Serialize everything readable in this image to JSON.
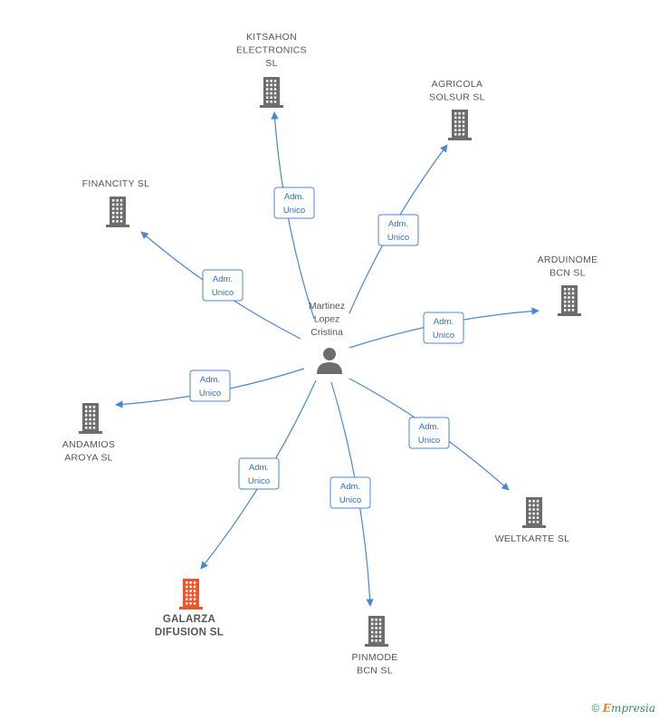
{
  "colors": {
    "edge": "#4a86d4",
    "building_default": "#6d6d6d",
    "building_highlight": "#f0542a",
    "person": "#6d6d6d"
  },
  "center": {
    "label_lines": [
      "Martinez",
      "Lopez",
      "Cristina"
    ],
    "icon": "person-icon"
  },
  "companies": [
    {
      "id": "kitsahon",
      "label_lines": [
        "KITSAHON",
        "ELECTRONICS",
        "SL"
      ],
      "relation": [
        "Adm.",
        "Unico"
      ],
      "highlight": false
    },
    {
      "id": "agricola",
      "label_lines": [
        "AGRICOLA",
        "SOLSUR SL"
      ],
      "relation": [
        "Adm.",
        "Unico"
      ],
      "highlight": false
    },
    {
      "id": "financity",
      "label_lines": [
        "FINANCITY SL"
      ],
      "relation": [
        "Adm.",
        "Unico"
      ],
      "highlight": false
    },
    {
      "id": "arduinome",
      "label_lines": [
        "ARDUINOME",
        "BCN SL"
      ],
      "relation": [
        "Adm.",
        "Unico"
      ],
      "highlight": false
    },
    {
      "id": "andamios",
      "label_lines": [
        "ANDAMIOS",
        "AROYA SL"
      ],
      "relation": [
        "Adm.",
        "Unico"
      ],
      "highlight": false
    },
    {
      "id": "weltkarte",
      "label_lines": [
        "WELTKARTE SL"
      ],
      "relation": [
        "Adm.",
        "Unico"
      ],
      "highlight": false
    },
    {
      "id": "galarza",
      "label_lines": [
        "GALARZA",
        "DIFUSION SL"
      ],
      "relation": [
        "Adm.",
        "Unico"
      ],
      "highlight": true
    },
    {
      "id": "pinmode",
      "label_lines": [
        "PINMODE",
        "BCN SL"
      ],
      "relation": [
        "Adm.",
        "Unico"
      ],
      "highlight": false
    }
  ],
  "footer": {
    "copyright_symbol": "©",
    "brand_initial": "E",
    "brand_rest": "mpresia"
  }
}
